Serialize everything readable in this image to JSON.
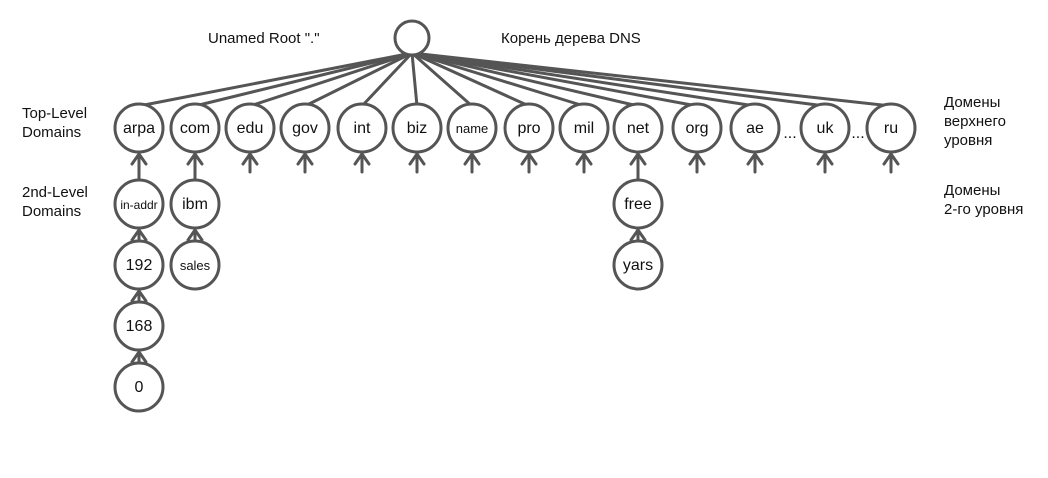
{
  "labels": {
    "root_en": "Unamed Root \".\"",
    "root_ru": "Корень дерева DNS",
    "tld_en": [
      "Top-Level",
      "Domains"
    ],
    "sld_en": [
      "2nd-Level",
      "Domains"
    ],
    "tld_ru": [
      "Домены",
      "верхнего",
      "уровня"
    ],
    "sld_ru": [
      "Домены",
      "2-го уровня"
    ]
  },
  "tree": {
    "root": "",
    "tlds": [
      "arpa",
      "com",
      "edu",
      "gov",
      "int",
      "biz",
      "name",
      "pro",
      "mil",
      "net",
      "org",
      "ae",
      "uk",
      "ru"
    ],
    "ellipsis": "...",
    "arpa_chain": [
      "in-addr",
      "192",
      "168",
      "0"
    ],
    "com_chain": [
      "ibm",
      "sales"
    ],
    "net_chain": [
      "free",
      "yars"
    ]
  },
  "colors": {
    "stroke": "#555555",
    "text": "#111111",
    "background": "#ffffff"
  }
}
